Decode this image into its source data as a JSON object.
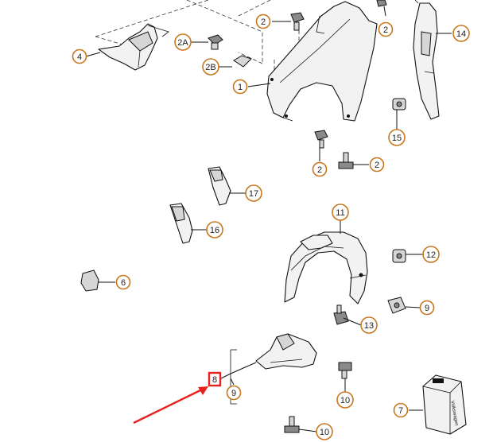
{
  "callouts": [
    {
      "id": "c-2-top",
      "label": "2"
    },
    {
      "id": "c-2-right",
      "label": "2"
    },
    {
      "id": "c-2a",
      "label": "2A"
    },
    {
      "id": "c-2b",
      "label": "2B"
    },
    {
      "id": "c-1",
      "label": "1"
    },
    {
      "id": "c-4",
      "label": "4"
    },
    {
      "id": "c-14",
      "label": "14"
    },
    {
      "id": "c-15",
      "label": "15"
    },
    {
      "id": "c-2-lower-a",
      "label": "2"
    },
    {
      "id": "c-2-lower-b",
      "label": "2"
    },
    {
      "id": "c-17",
      "label": "17"
    },
    {
      "id": "c-16",
      "label": "16"
    },
    {
      "id": "c-11",
      "label": "11"
    },
    {
      "id": "c-12",
      "label": "12"
    },
    {
      "id": "c-6",
      "label": "6"
    },
    {
      "id": "c-9-right",
      "label": "9"
    },
    {
      "id": "c-13",
      "label": "13"
    },
    {
      "id": "c-9-left",
      "label": "9"
    },
    {
      "id": "c-10-a",
      "label": "10"
    },
    {
      "id": "c-7",
      "label": "7"
    },
    {
      "id": "c-10-b",
      "label": "10"
    }
  ],
  "highlight": {
    "label": "8",
    "color": "#e8201e"
  },
  "pointer_arrow_color": "#e8201e",
  "package_text": "Volkswagen",
  "callout_color": "#c8771e"
}
